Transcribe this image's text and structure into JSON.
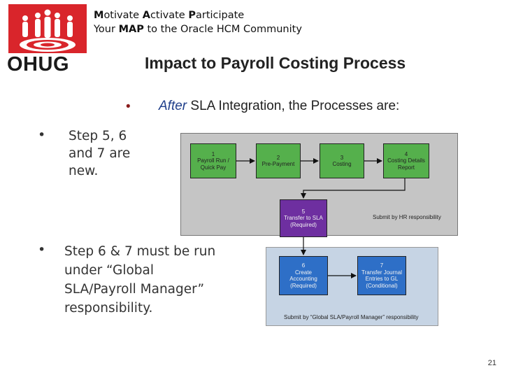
{
  "logo": {
    "text": "OHUG"
  },
  "tagline": {
    "line1": [
      {
        "cap": "M",
        "rest": "otivate "
      },
      {
        "cap": "A",
        "rest": "ctivate "
      },
      {
        "cap": "P",
        "rest": "articipate"
      }
    ],
    "line2_a": "Your ",
    "line2_b": "MAP",
    "line2_c": " to the Oracle HCM Community"
  },
  "title": "Impact to Payroll Costing Process",
  "intro": {
    "bullet": "•",
    "emph": "After",
    "rest": " SLA Integration, the Processes are:"
  },
  "bullets": [
    {
      "symbol": "•",
      "lines": [
        "Step 5, 6",
        "and 7 are",
        "new."
      ]
    },
    {
      "symbol": "•",
      "lines": [
        "Step 6 & 7 must be run",
        "under “Global",
        "SLA/Payroll Manager”",
        "responsibility."
      ]
    }
  ],
  "diagram": {
    "steps": [
      {
        "num": "1",
        "label": "Payroll Run / Quick Pay"
      },
      {
        "num": "2",
        "label": "Pre-Payment"
      },
      {
        "num": "3",
        "label": "Costing"
      },
      {
        "num": "4",
        "label": "Costing Details Report"
      },
      {
        "num": "5",
        "label": "Transfer to SLA",
        "note": "(Required)"
      },
      {
        "num": "6",
        "label": "Create Accounting",
        "note": "(Required)"
      },
      {
        "num": "7",
        "label": "Transfer Journal Entries to GL",
        "note": "(Conditional)"
      }
    ],
    "hr_note": "Submit by HR responsibility",
    "sla_note": "Submit by “Global SLA/Payroll Manager” responsibility",
    "colors": {
      "green": "#55b04c",
      "purple": "#6e2fa0",
      "blue": "#2e6fc7",
      "gray_panel": "#c5c5c5",
      "blue_panel": "#c6d4e4"
    }
  },
  "page_number": "21"
}
